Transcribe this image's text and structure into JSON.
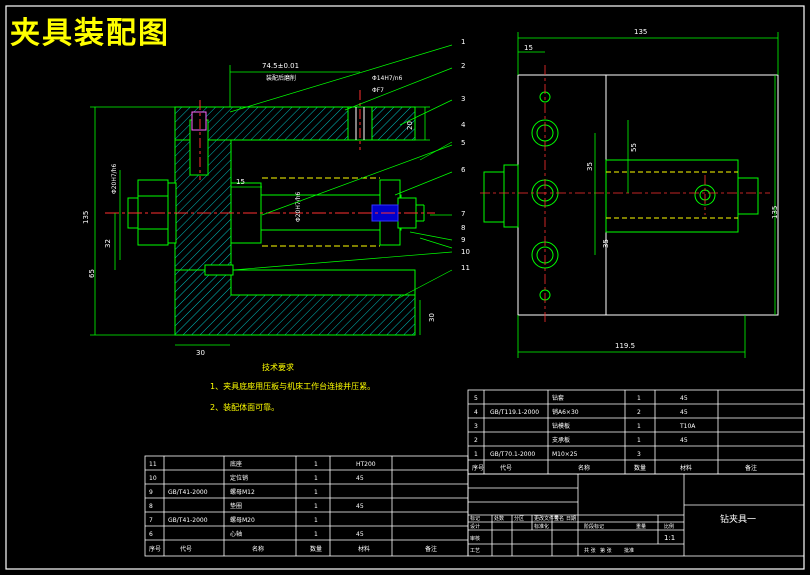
{
  "title": "夹具装配图",
  "dims": {
    "len_74": "74.5±0.01",
    "d_14h7": "Φ14H7/n6",
    "label_top": "装配后磨削",
    "d_f7": "ΦF7",
    "d_20": "20",
    "d_15": "15",
    "d_135v": "135",
    "d_32": "32",
    "d_65": "65",
    "d_30b": "30",
    "d_30r": "30",
    "d_phi_left": "Φ20H7/h6",
    "d_phi_mid": "Φ20H7/h6",
    "r_135": "135",
    "r_15": "15",
    "r_55": "55",
    "r_35a": "35",
    "r_35b": "35",
    "r_135v": "135",
    "r_119": "119.5"
  },
  "callouts": [
    "1",
    "2",
    "3",
    "4",
    "5",
    "6",
    "7",
    "8",
    "9",
    "10",
    "11"
  ],
  "notes": {
    "heading": "技术要求",
    "line1": "1、夹具底座用压板与机床工作台连接并压紧。",
    "line2": "2、装配体面可靠。"
  },
  "bom_right": [
    {
      "no": "5",
      "code": "",
      "name": "钻套",
      "qty": "1",
      "mat": "45"
    },
    {
      "no": "4",
      "code": "GB/T119.1-2000",
      "name": "销A6×30",
      "qty": "2",
      "mat": "45"
    },
    {
      "no": "3",
      "code": "",
      "name": "钻模板",
      "qty": "1",
      "mat": "T10A"
    },
    {
      "no": "2",
      "code": "",
      "name": "支承板",
      "qty": "1",
      "mat": "45"
    },
    {
      "no": "1",
      "code": "GB/T70.1-2000",
      "name": "M10×25",
      "qty": "3",
      "mat": ""
    }
  ],
  "bom_right_header": {
    "no": "序号",
    "code": "代号",
    "name": "名称",
    "qty": "数量",
    "mat": "材料",
    "note": "备注"
  },
  "bom_left": [
    {
      "no": "11",
      "code": "",
      "name": "底座",
      "qty": "1",
      "mat": "HT200"
    },
    {
      "no": "10",
      "code": "",
      "name": "定位销",
      "qty": "1",
      "mat": "45"
    },
    {
      "no": "9",
      "code": "GB/T41-2000",
      "name": "螺母M12",
      "qty": "1",
      "mat": ""
    },
    {
      "no": "8",
      "code": "",
      "name": "垫圈",
      "qty": "1",
      "mat": "45"
    },
    {
      "no": "7",
      "code": "GB/T41-2000",
      "name": "螺母M20",
      "qty": "1",
      "mat": ""
    },
    {
      "no": "6",
      "code": "",
      "name": "心轴",
      "qty": "1",
      "mat": "45"
    }
  ],
  "bom_left_header": {
    "no": "序号",
    "code": "代号",
    "name": "名称",
    "qty": "数量",
    "mat": "材料",
    "note": "备注"
  },
  "titleblock": {
    "name": "钻夹具一",
    "scale": "1:1",
    "row_a": "标记",
    "row_b": "设计",
    "row_c": "审核",
    "row_d": "工艺",
    "c1": "处数",
    "c2": "分区",
    "c3": "更改文件号",
    "c4": "签名",
    "c5": "日期",
    "c6": "标准化",
    "c7": "批准",
    "s1": "阶段标记",
    "s2": "重量",
    "s3": "比例",
    "s4": "共 张",
    "s5": "第 张"
  },
  "colors": {
    "line": "#00ff00",
    "hatch": "#00d0d0",
    "text": "#ffffff",
    "dim": "#00ff00",
    "center": "#ff3030",
    "yellow": "#ffff00",
    "cyan": "#00ffff"
  }
}
